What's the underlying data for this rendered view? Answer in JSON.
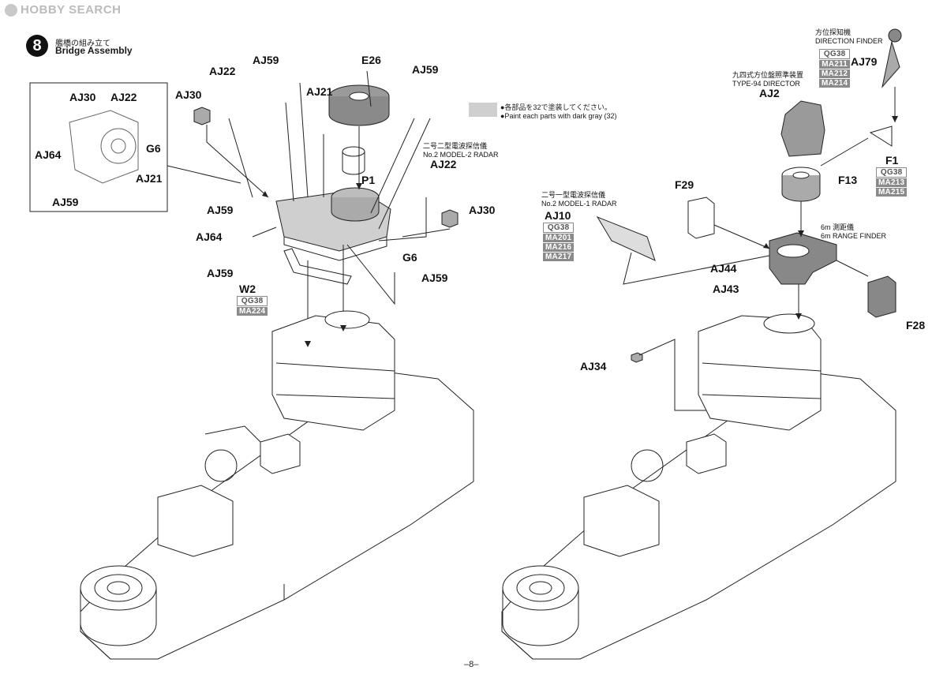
{
  "watermark": {
    "brand": "HOBBY SEARCH"
  },
  "step": {
    "number": "8",
    "title_jp": "艦橋の組み立て",
    "title_en": "Bridge Assembly"
  },
  "paint_note": {
    "line_jp": "●各部品を32で塗装してください。",
    "line_en": "●Paint each parts with dark gray (32)"
  },
  "left_labels": {
    "inset": [
      "AJ30",
      "AJ22",
      "AJ64",
      "G6",
      "AJ21",
      "AJ59"
    ],
    "main": [
      "AJ22",
      "AJ59",
      "AJ30",
      "AJ21",
      "E26",
      "AJ59",
      "P1",
      "AJ22",
      "AJ30",
      "AJ59",
      "AJ64",
      "G6",
      "AJ59",
      "AJ59",
      "W2"
    ]
  },
  "radar2": {
    "jp": "二号二型電波探信儀",
    "en": "No.2 MODEL-2 RADAR"
  },
  "radar1": {
    "jp": "二号一型電波探信儀",
    "en": "No.2 MODEL-1 RADAR"
  },
  "director": {
    "jp": "九四式方位盤照準装置",
    "en": "TYPE-94 DIRECTOR"
  },
  "direction_finder": {
    "jp": "方位探知機",
    "en": "DIRECTION FINDER"
  },
  "range_finder": {
    "jp": "6m 測距儀",
    "en": "6m RANGE FINDER"
  },
  "right_labels": {
    "aj79": "AJ79",
    "aj2": "AJ2",
    "f1": "F1",
    "f13": "F13",
    "f29": "F29",
    "aj10": "AJ10",
    "aj44": "AJ44",
    "aj43": "AJ43",
    "f28": "F28",
    "aj34": "AJ34"
  },
  "code_lists": {
    "w2": [
      "QG38",
      "MA224"
    ],
    "aj79": [
      "QG38",
      "MA211",
      "MA212",
      "MA214"
    ],
    "f1": [
      "QG38",
      "MA213",
      "MA215"
    ],
    "aj10": [
      "QG38",
      "MA201",
      "MA216",
      "MA217"
    ]
  },
  "page_number": "–8–"
}
